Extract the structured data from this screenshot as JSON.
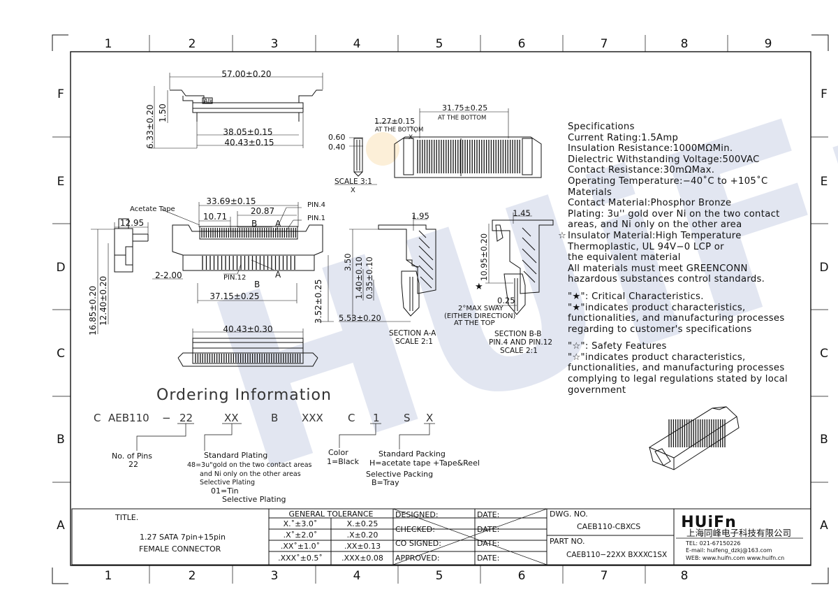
{
  "grid": {
    "columns": [
      "1",
      "2",
      "3",
      "4",
      "5",
      "6",
      "7",
      "8",
      "9"
    ],
    "rows": [
      "F",
      "E",
      "D",
      "C",
      "B",
      "A"
    ],
    "bottom_columns": [
      "1",
      "2",
      "3",
      "4",
      "5",
      "6",
      "7",
      "8"
    ]
  },
  "watermark": "HUiFn",
  "views": {
    "top": {
      "dims": [
        "57.00±0.20",
        "38.05±0.15",
        "40.43±0.15",
        "6.33±0.20",
        "1.50"
      ],
      "alk": "Alk"
    },
    "front": {
      "dims": [
        "33.69±0.15",
        "10.71",
        "20.87",
        "12.95",
        "2-2.00",
        "37.15±0.25",
        "3.52±0.25",
        "16.85±0.20",
        "12.40±0.20"
      ],
      "labels": [
        "Acetate Tape",
        "PIN.4",
        "PIN.1",
        "PIN.12",
        "B",
        "A",
        "B",
        "A"
      ]
    },
    "bottom": {
      "dims": [
        "40.43±0.30"
      ]
    },
    "detail": {
      "dims": [
        "1.27±0.15",
        "AT THE BOTTOM",
        "31.75±0.25",
        "AT THE BOTTOM",
        "0.60",
        "0.40"
      ],
      "scale": "SCALE 3:1",
      "scale_mark": "X",
      "x_mark": "X"
    },
    "section_a": {
      "dims": [
        "1.95",
        "3.50",
        "1.40±0.10",
        "0.35±0.10",
        "5.53±0.20"
      ],
      "title": "SECTION A-A",
      "scale": "SCALE 2:1",
      "sway": [
        "2°MAX SWAY",
        "(EITHER DIRECTION)",
        "AT THE TOP"
      ]
    },
    "section_b": {
      "dims": [
        "1.45",
        "10.95±0.20",
        "0.25"
      ],
      "title": "SECTION B-B",
      "sub": "PIN.4 AND PIN.12",
      "scale": "SCALE 2:1"
    }
  },
  "specifications": {
    "lines": [
      "Specifications",
      "Current  Rating:1.5Amp",
      "Insulation  Resistance:1000MΩMin.",
      "Dielectric  Withstanding  Voltage:500VAC",
      "Contact  Resistance:30mΩMax.",
      "Operating  Temperature:−40˚C  to  +105˚C",
      "Materials",
      "Contact  Material:Phosphor  Bronze",
      "Plating:  3u''  gold  over  Ni  on  the  two  contact",
      "areas,  and  Ni  only  on  the  other  area",
      "Insulator  Material:High  Temperature",
      "Thermoplastic,  UL  94V−0  LCP  or",
      "the  equivalent  material",
      "All  materials  must  meet  GREENCONN",
      "hazardous  substances  control  standards."
    ],
    "critical": [
      "\"★\":  Critical  Characteristics.",
      "\"★\"indicates  product  characteristics,",
      "functionalities,  and  manufacturing  processes",
      "regarding  to  customer's  specifications"
    ],
    "safety": [
      "\"☆\":  Safety  Features",
      "\"☆\"indicates  product  characteristics,",
      "functionalities,  and  manufacturing  processes",
      "complying  to  legal  regulations  stated  by  local",
      "government"
    ],
    "star_outline": "☆",
    "star_solid": "★"
  },
  "ordering": {
    "title": "Ordering  Information",
    "code": [
      "C",
      "AEB110",
      "−",
      "22",
      "XX",
      "B",
      "XXX",
      "C",
      "1",
      "S",
      "X"
    ],
    "pins": [
      "No.  of  Pins",
      "22"
    ],
    "plating": [
      "Standard  Plating",
      "48=3u\"gold on the two contact areas",
      "and Ni only on the other areas",
      "Selective Plating",
      "01=Tin",
      "Selective  Plating"
    ],
    "color": [
      "Color",
      "1=Black"
    ],
    "packing": [
      "Standard  Packing",
      "H=acetate  tape  +Tape&Reel",
      "Selective  Packing",
      "B=Tray"
    ]
  },
  "title_block": {
    "title_label": "TITLE.",
    "title_lines": [
      "1.27 SATA 7pin+15pin",
      "FEMALE  CONNECTOR"
    ],
    "tolerance_header": "GENERAL   TOLERANCE",
    "tolerances": [
      [
        "X.˚±3.0˚",
        "X.±0.25"
      ],
      [
        ".X˚±2.0˚",
        ".X±0.20"
      ],
      [
        ".XX˚±1.0˚",
        ".XX±0.13"
      ],
      [
        ".XXX˚±0.5˚",
        ".XXX±0.08"
      ]
    ],
    "signatures": [
      "DESIGNED:",
      "CHECKED:",
      "CO SIGNED:",
      "APPROVED:"
    ],
    "date_label": "DATE:",
    "dwg_label": "DWG. NO.",
    "dwg_no": "CAEB110-CBXCS",
    "part_label": "PART NO.",
    "part_no": "CAEB110−22XX  BXXXC1SX",
    "company_logo": "HUiFn",
    "company_name": "上海同峰电子科技有限公司",
    "contact": [
      "TEL: 021-67150226",
      "E-mail: huifeng_dzkj@163.com",
      "WEB: www.huifn.com  www.huifn.cn"
    ]
  }
}
